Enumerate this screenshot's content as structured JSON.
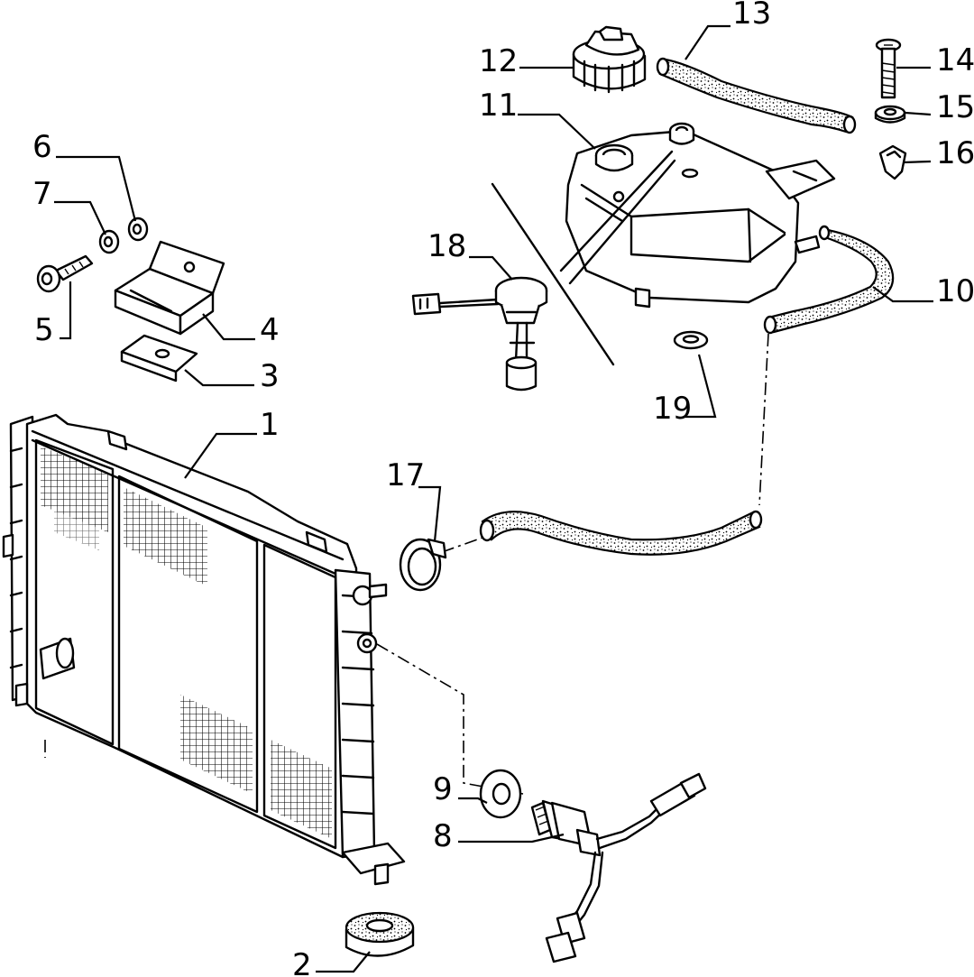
{
  "callouts": [
    {
      "id": "1",
      "text": "1"
    },
    {
      "id": "2",
      "text": "2"
    },
    {
      "id": "3",
      "text": "3"
    },
    {
      "id": "4",
      "text": "4"
    },
    {
      "id": "5",
      "text": "5"
    },
    {
      "id": "6",
      "text": "6"
    },
    {
      "id": "7",
      "text": "7"
    },
    {
      "id": "8",
      "text": "8"
    },
    {
      "id": "9",
      "text": "9"
    },
    {
      "id": "10",
      "text": "10"
    },
    {
      "id": "11",
      "text": "11"
    },
    {
      "id": "12",
      "text": "12"
    },
    {
      "id": "13",
      "text": "13"
    },
    {
      "id": "14",
      "text": "14"
    },
    {
      "id": "15",
      "text": "15"
    },
    {
      "id": "16",
      "text": "16"
    },
    {
      "id": "17",
      "text": "17"
    },
    {
      "id": "18",
      "text": "18"
    },
    {
      "id": "19",
      "text": "19"
    }
  ],
  "colors": {
    "ink": "#000000",
    "paper": "#ffffff"
  }
}
